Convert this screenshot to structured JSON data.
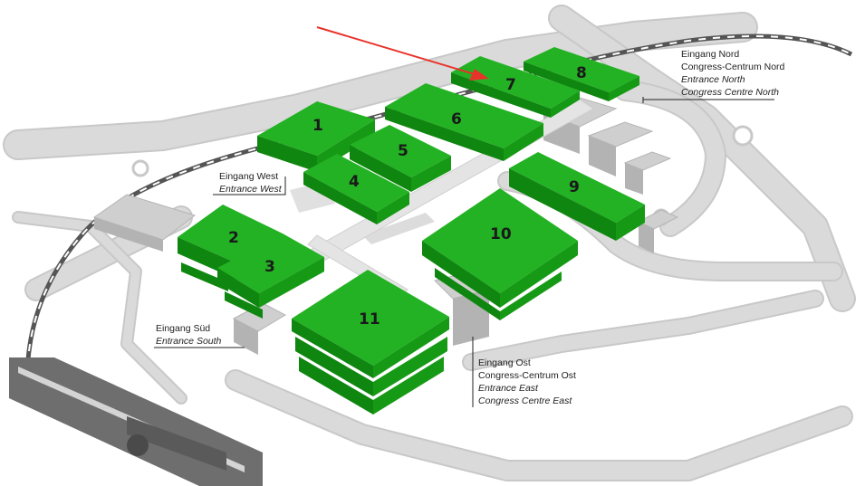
{
  "halls": [
    {
      "id": "hall-1",
      "label": "1"
    },
    {
      "id": "hall-2",
      "label": "2"
    },
    {
      "id": "hall-3",
      "label": "3"
    },
    {
      "id": "hall-4",
      "label": "4"
    },
    {
      "id": "hall-5",
      "label": "5"
    },
    {
      "id": "hall-6",
      "label": "6"
    },
    {
      "id": "hall-7",
      "label": "7"
    },
    {
      "id": "hall-8",
      "label": "8"
    },
    {
      "id": "hall-9",
      "label": "9"
    },
    {
      "id": "hall-10",
      "label": "10"
    },
    {
      "id": "hall-11",
      "label": "11"
    }
  ],
  "entrances": {
    "north": {
      "line1": "Eingang Nord",
      "line2": "Congress-Centrum Nord",
      "line3": "Entrance North",
      "line4": "Congress Centre North"
    },
    "west": {
      "line1": "Eingang West",
      "line2": "Entrance West"
    },
    "south": {
      "line1": "Eingang Süd",
      "line2": "Entrance South"
    },
    "east": {
      "line1": "Eingang Ost",
      "line2": "Congress-Centrum Ost",
      "line3": "Entrance East",
      "line4": "Congress Centre East"
    }
  },
  "colors": {
    "hall_green": "#23b223",
    "arrow": "#e8332a",
    "road": "#dadada",
    "rail": "#555555"
  },
  "annotation": {
    "arrow_icon": "red-arrow-pointing-to-hall-7"
  }
}
